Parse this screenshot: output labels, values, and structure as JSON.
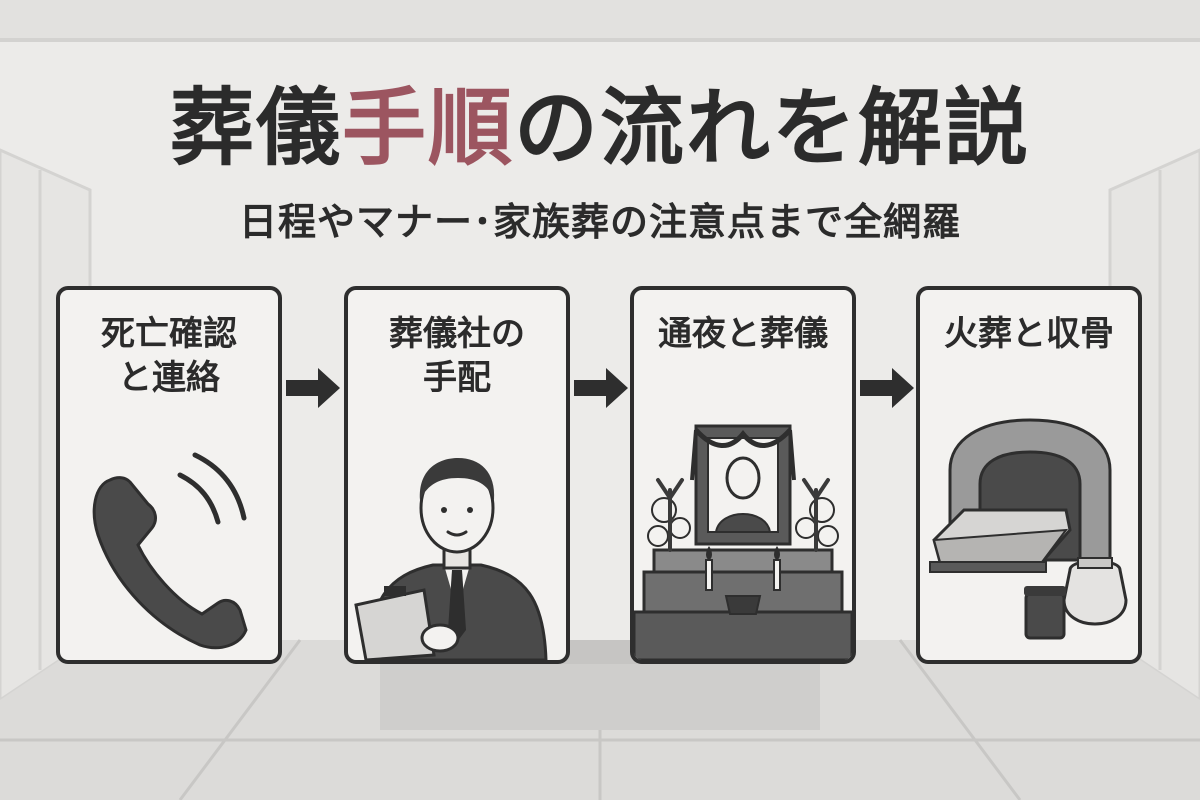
{
  "title": {
    "part1": "葬儀",
    "accent": "手順",
    "part2": "の流れを解説"
  },
  "subtitle": "日程やマナー･家族葬の注意点まで全網羅",
  "steps": [
    {
      "label": "死亡確認\nと連絡",
      "icon": "telephone-icon"
    },
    {
      "label": "葬儀社の\n手配",
      "icon": "funeral-director-icon"
    },
    {
      "label": "通夜と葬儀",
      "icon": "funeral-altar-icon"
    },
    {
      "label": "火葬と収骨",
      "icon": "crematorium-icon"
    }
  ],
  "colors": {
    "accent": "#9c5560",
    "ink": "#2b2b2b",
    "background": "#ecebe9"
  }
}
